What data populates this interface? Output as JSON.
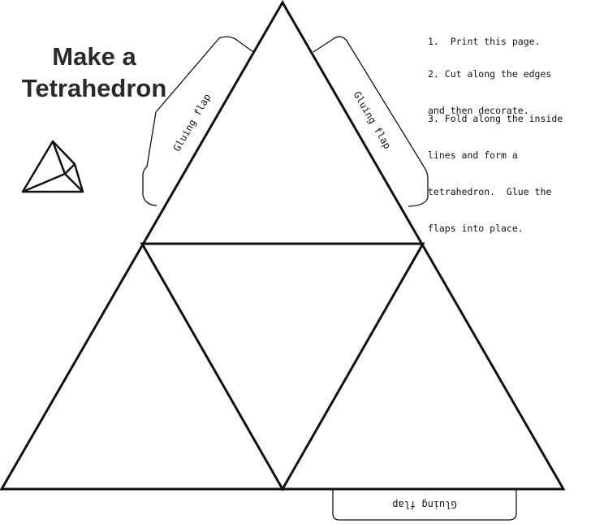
{
  "title": {
    "line1": "Make a",
    "line2": "Tetrahedron"
  },
  "instructions": [
    {
      "lines": [
        "1.  Print this page."
      ]
    },
    {
      "lines": [
        "2. Cut along the edges",
        "and then decorate."
      ]
    },
    {
      "lines": [
        "3. Fold along the inside",
        "lines and form a",
        "tetrahedron.  Glue the",
        "flaps into place."
      ]
    }
  ],
  "flaps": {
    "left": "Gluing flap",
    "right": "Gluing flap",
    "bottom": "Gluing flap"
  },
  "colors": {
    "line": "#111111",
    "text": "#111111",
    "title": "#2a2a2a"
  }
}
